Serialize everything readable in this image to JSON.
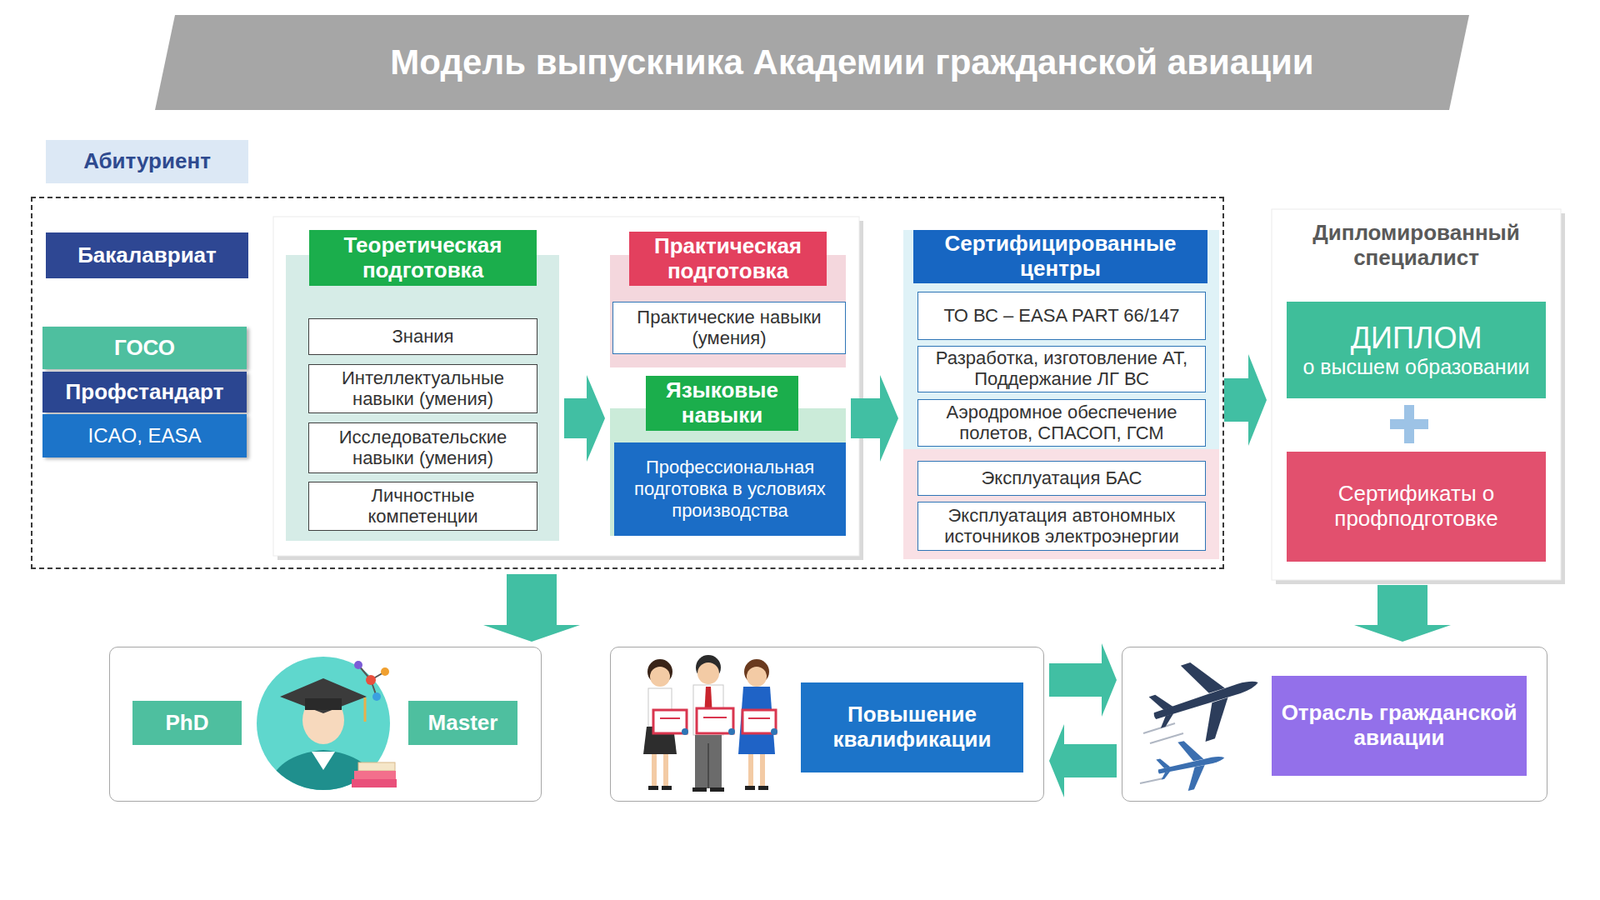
{
  "diagram": {
    "title": "Модель выпускника Академии гражданской авиации",
    "nodes": [
      {
        "text": [
          "Абитуриент"
        ]
      },
      {
        "text": [
          "Бакалавриат"
        ],
        "in": 0
      },
      {
        "text": [
          "ГОСО"
        ],
        "in": 0
      },
      {
        "text": [
          "Профстандарт"
        ],
        "in": 0
      },
      {
        "text": [
          "ICAO, EASA"
        ],
        "in": 0
      },
      {
        "text": [
          "Теоретическая подготовка"
        ],
        "in": 0
      },
      {
        "text": [
          "Знания"
        ],
        "in": 5
      },
      {
        "text": [
          "Интеллектуальные навыки (умения)"
        ],
        "in": 5
      },
      {
        "text": [
          "Исследовательские навыки (умения)"
        ],
        "in": 5
      },
      {
        "text": [
          "Личностные компетенции"
        ],
        "in": 5
      },
      {
        "text": [
          "Практическая подготовка"
        ],
        "in": 0
      },
      {
        "text": [
          "Практические навыки (умения)"
        ],
        "in": 10
      },
      {
        "text": [
          "Языковые навыки"
        ],
        "in": 0
      },
      {
        "text": [
          "Профессиональная подготовка в условиях производства"
        ],
        "in": 12
      },
      {
        "text": [
          "Сертифицированные центры"
        ],
        "in": 0
      },
      {
        "text": [
          "ТО ВС – EASA PART 66/147"
        ],
        "in": 14
      },
      {
        "text": [
          "Разработка, изготовление АТ, Поддержание ЛГ ВС"
        ],
        "in": 14
      },
      {
        "text": [
          "Аэродромное обеспечение полетов, СПАСОП, ГСМ"
        ],
        "in": 14
      },
      {
        "text": [
          "Эксплуатация БАС"
        ],
        "in": 14
      },
      {
        "text": [
          "Эксплуатация автономных источников электроэнергии"
        ],
        "in": 14
      },
      {
        "text": [
          "Дипломированный специалист"
        ]
      },
      {
        "text": [
          "ДИПЛОМ",
          "о высшем образовании"
        ],
        "in": 20
      },
      {
        "text": [
          "Сертификаты о профподготовке"
        ],
        "in": 20
      },
      {
        "text": [
          "PhD",
          "Master"
        ]
      },
      {
        "text": [
          "Повышение квалификации"
        ]
      },
      {
        "text": [
          "Отрасль гражданской авиации"
        ]
      }
    ],
    "edges": [
      {
        "from": 5,
        "to": 6,
        "arrow": "to"
      },
      {
        "from": 10,
        "to": 11,
        "arrow": "to"
      },
      {
        "from": 5,
        "to": 12,
        "arrow": "to"
      },
      {
        "from": 12,
        "to": 14,
        "arrow": "to"
      },
      {
        "from": 14,
        "to": 20,
        "arrow": "to"
      },
      {
        "from": 0,
        "to": 23,
        "arrow": "to"
      },
      {
        "from": 20,
        "to": 25,
        "arrow": "to"
      },
      {
        "from": 24,
        "to": 25,
        "arrow": "to"
      },
      {
        "from": 25,
        "to": 24,
        "arrow": "to"
      }
    ]
  }
}
